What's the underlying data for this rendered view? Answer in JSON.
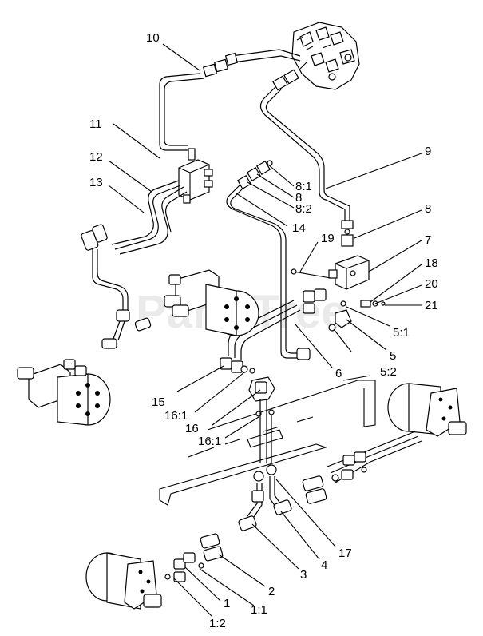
{
  "watermark": "PartsTree",
  "callouts": [
    {
      "id": "c10",
      "text": "10"
    },
    {
      "id": "c11",
      "text": "11"
    },
    {
      "id": "c12",
      "text": "12"
    },
    {
      "id": "c13",
      "text": "13"
    },
    {
      "id": "c9",
      "text": "9"
    },
    {
      "id": "c8_1",
      "text": "8:1"
    },
    {
      "id": "c8a",
      "text": "8"
    },
    {
      "id": "c8_2",
      "text": "8:2"
    },
    {
      "id": "c14",
      "text": "14"
    },
    {
      "id": "c8b",
      "text": "8"
    },
    {
      "id": "c19",
      "text": "19"
    },
    {
      "id": "c7",
      "text": "7"
    },
    {
      "id": "c18",
      "text": "18"
    },
    {
      "id": "c20",
      "text": "20"
    },
    {
      "id": "c21",
      "text": "21"
    },
    {
      "id": "c5_1",
      "text": "5:1"
    },
    {
      "id": "c5",
      "text": "5"
    },
    {
      "id": "c6",
      "text": "6"
    },
    {
      "id": "c5_2",
      "text": "5:2"
    },
    {
      "id": "c15",
      "text": "15"
    },
    {
      "id": "c16_1a",
      "text": "16:1"
    },
    {
      "id": "c16",
      "text": "16"
    },
    {
      "id": "c16_1b",
      "text": "16:1"
    },
    {
      "id": "c17",
      "text": "17"
    },
    {
      "id": "c4",
      "text": "4"
    },
    {
      "id": "c3",
      "text": "3"
    },
    {
      "id": "c2",
      "text": "2"
    },
    {
      "id": "c1",
      "text": "1"
    },
    {
      "id": "c1_1",
      "text": "1:1"
    },
    {
      "id": "c1_2",
      "text": "1:2"
    }
  ]
}
